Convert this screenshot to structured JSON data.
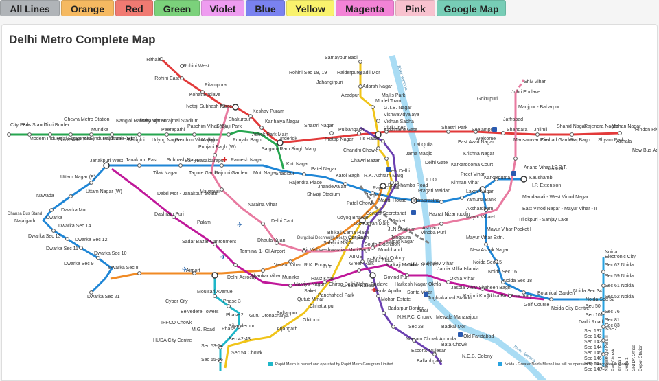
{
  "tabs": [
    {
      "label": "All Lines",
      "color": "#b0b4b8"
    },
    {
      "label": "Orange",
      "color": "#f5b961"
    },
    {
      "label": "Red",
      "color": "#f07a72"
    },
    {
      "label": "Green",
      "color": "#7bd17b"
    },
    {
      "label": "Violet",
      "color": "#ee9cf0"
    },
    {
      "label": "Blue",
      "color": "#7a82f0"
    },
    {
      "label": "Yellow",
      "color": "#f9f26d"
    },
    {
      "label": "Magenta",
      "color": "#f283d6"
    },
    {
      "label": "Pink",
      "color": "#f8c2cf"
    },
    {
      "label": "Google Map",
      "color": "#77cdb6"
    }
  ],
  "panel": {
    "title": "Delhi Metro Complete Map"
  },
  "map": {
    "line_colors": {
      "red": "#e23a3a",
      "yellow": "#f0c419",
      "blue": "#1f86d6",
      "green": "#27a650",
      "violet": "#6a3fb0",
      "orange": "#f08a24",
      "magenta": "#c0189a",
      "pink": "#e87aa0",
      "grey": "#808080",
      "rapid": "#1fb7c9",
      "aqua": "#29a3e0",
      "river": "#a9dcf4"
    },
    "labels": {
      "rithala": "Rithala",
      "rohini_west": "Rohini West",
      "rohini_east": "Rohini East",
      "pitampura": "Pitampura",
      "kohat": "Kohat Enclave",
      "nsp": "Netaji Subhash Place",
      "keshav": "Keshav Puram",
      "kanhaiya": "Kanhaiya Nagar",
      "shakurpur": "Shakurpur",
      "inderlok": "Inderlok",
      "shastri_nagar": "Shastri Nagar",
      "pratap": "Pratap Nagar",
      "pulbangash": "Pulbangash",
      "tis_hazari": "Tis Hazari",
      "kashmere": "Kashmere Gate",
      "shastri_park": "Shastri Park",
      "seelampur": "Seelampur",
      "welcome": "Welcome",
      "shahdara": "Shahdara",
      "jhilmil": "Jhilmil",
      "mansarovar": "Mansarovar Park",
      "dilshad": "Dilshad Garden",
      "shahid": "Shahid Nagar",
      "rajbagh": "Raj Bagh",
      "rajendra": "Rajendra Nagar",
      "shyam": "Shyam Park",
      "mohan": "Mohan Nagar",
      "arthala": "Arthala",
      "hindon": "Hindon River",
      "new_bus_adda": "New Bus Adda",
      "samaypur": "Samaypur Badli",
      "rohini18": "Rohini Sec 18, 19",
      "haiderpur": "Haiderpur-Badli Mor",
      "jahangirpuri": "Jahangirpuri",
      "adarsh": "Adarsh Nagar",
      "azadpur": "Azadpur",
      "majlis": "Majlis Park",
      "model_town": "Model Town",
      "gtb": "G.T.B. Nagar",
      "vishwa": "Vishwavidyalaya",
      "vidhan": "Vidhan Sabha",
      "civil": "Civil Lines",
      "chandni": "Chandni Chowk",
      "chawri": "Chawri Bazar",
      "new_delhi": "New Delhi",
      "rajiv": "Rajiv Chowk",
      "patel_chowk": "Patel Chowk",
      "central_sec": "Central Secretariat",
      "udyog": "Udyog Bhawan",
      "lok_kalyan": "Lok Kalyan Marg",
      "jor_bagh": "Jor Bagh",
      "ina": "INA",
      "aiims": "AIIMS",
      "green_park": "Green Park",
      "hauz_khas": "Hauz Khas",
      "malviya": "Malviya Nagar",
      "saket": "Saket",
      "qutub": "Qutub Minar",
      "chhattarpur": "Chhattarpur",
      "sultanpur": "Sultanpur",
      "ghitorni": "Ghitorni",
      "arjangarh": "Arjangarh",
      "guru_drona": "Guru Dronacharya",
      "sikanderpur": "Sikanderpur",
      "mg_road": "M.G. Road",
      "iffco": "IFFCO Chowk",
      "huda": "HUDA City Centre",
      "dwarka21": "Dwarka Sec 21",
      "dwarka8": "Dwarka Sec 8",
      "dwarka9": "Dwarka Sec 9",
      "dwarka10": "Dwarka Sec 10",
      "dwarka11": "Dwarka Sec 11",
      "dwarka12": "Dwarka Sec 12",
      "dwarka13": "Dwarka Sec 13",
      "dwarka14": "Dwarka Sec 14",
      "dwarka": "Dwarka",
      "dwarka_mor": "Dwarka Mor",
      "nawada": "Nawada",
      "uttam_w": "Uttam Nagar (W)",
      "uttam_e": "Uttam Nagar (E)",
      "janakpuri_w": "Janakpuri West",
      "janakpuri_e": "Janakpuri East",
      "tilak": "Tilak Nagar",
      "subhash": "Subhash Nagar",
      "tagore": "Tagore Garden",
      "rajouri": "Rajouri Garden",
      "ramesh": "Ramesh Nagar",
      "moti": "Moti Nagar",
      "kirti": "Kirti Nagar",
      "shadipur": "Shadipur",
      "patel_nagar": "Patel Nagar",
      "rajendra_place": "Rajendra Place",
      "karol": "Karol Bagh",
      "jhandewalan": "Jhandewalan",
      "rk_ashram": "R.K. Ashram Marg",
      "barakhamba": "Barakhamba Road",
      "mandi": "Mandi House",
      "pragati": "Pragati Maidan",
      "indraprastha": "Indraprastha",
      "yamuna": "Yamuna Bank",
      "akshardham": "Akshardham",
      "mayur1": "Mayur Vihar-I",
      "mayur_ext": "Mayur Vihar Extn.",
      "new_ashok": "New Ashok Nagar",
      "noida15": "Noida Sec 15",
      "noida16": "Noida Sec 16",
      "noida18": "Noida Sec 18",
      "botanical": "Botanical Garden",
      "golf": "Golf Course",
      "noida_cc": "Noida City Centre",
      "noida34": "Noida Sec 34",
      "noida52": "Noida Sec 52",
      "laxmi": "Laxmi Nagar",
      "nirman": "Nirman Vihar",
      "preet": "Preet Vihar",
      "karkardooma": "Karkarduma",
      "anand_vihar": "Anand Vihar I.S.B.T.",
      "kaushambi": "Kaushambi",
      "vaishali": "Vaishali",
      "city_park": "City Park",
      "bus_stand": "Bus Stand",
      "modern": "Modern Industrial Estate (MIE)",
      "tikri_border": "Tikri Border",
      "tikri_kalan": "Tikri Kalan",
      "ghevra": "Ghevra Metro Station",
      "mundka_ind": "Mundka Industrial Area (MIA)",
      "mundka": "Mundka",
      "rajdhani": "Rajdhani Park",
      "nangloi_rly": "Nangloi Railway Station",
      "nangloi": "Nangloi",
      "maharaja": "Maharaja Surajmal Stadium",
      "udyog_nagar": "Udyog Nagar",
      "peeragarhi": "Peeragarhi",
      "paschim_w": "Paschim Vihar (W)",
      "paschim_e": "Paschim Vihar (E)",
      "madipur": "Madipur",
      "shivaji_park": "Shivaji Park",
      "punjabi_bagh": "Punjabi Bagh",
      "punjabi_bagh_w": "Punjabi Bagh (W)",
      "ashok_park": "Ashok Park Main",
      "satguru": "Satguru Ram Singh Marg",
      "esi": "ESI - Basaidarapur",
      "mayapuri": "Mayapuri",
      "naraina": "Naraina Vihar",
      "delhi_cantt": "Delhi Cantt.",
      "dhaula": "Dhaula Kuan",
      "sir_vish": "Sir Vishweshwaraiah Moti Bagh",
      "bhikaji": "Bhikaji Cama Place",
      "sarojini": "Sarojini Nagar",
      "south_ext": "South Extension",
      "lajpat": "Lajpat Nagar",
      "vinoba": "Vinoba Puri",
      "ashram": "Ashram",
      "hazrat": "Hazrat Nizamuddin",
      "dabri": "Dabri Mor - Janakpuri South",
      "dashrath": "Dashrath Puri",
      "palam": "Palam",
      "sadar": "Sadar Bazar Cantonment",
      "terminal1": "Terminal 1-IGI Airport",
      "shankar": "Shankar Vihar",
      "vasant": "Vasant Vihar",
      "munirka": "Munirka",
      "rk_puram": "R.K. Puram",
      "iit": "I.I.T",
      "chirag": "Chirag Delhi",
      "greater_k": "Greater Kailash",
      "nehru_enclave": "Nehru Enclave",
      "panchsheel": "Panchsheel Park",
      "airport": "Airport",
      "delhi_aero": "Delhi Aerocity",
      "kalkaji": "Kalkaji Mandir",
      "okhla_nsic": "Okhla N.S.I.C.",
      "sukhdev": "Sukhdev Vihar",
      "jamia": "Jamia Millia Islamia",
      "okhla_vihar": "Okhla Vihar",
      "jasola_vihar": "Jasola Vihar Shaheen Bagh",
      "kalindi": "Kalindi Kunj",
      "okhla_bird": "Okhla Bird Sanctuary",
      "nehru_place": "Nehru Place",
      "govind": "Govind Puri",
      "harkesh": "Harkesh Nagar Okhla",
      "jasola_apollo": "Jasola Apollo",
      "sarita": "Sarita Vihar",
      "mohan_estate": "Mohan Estate",
      "tughlakabad": "Tughlakabad Station",
      "badarpur": "Badarpur Border",
      "sarai": "Sarai",
      "nhpc": "N.H.P.C. Chowk",
      "mewala": "Mewala Maharajpur",
      "sec28": "Sec 28",
      "badkal": "Badkal Mor",
      "old_fbd": "Old Faridabad",
      "neelam": "Neelam Chowk Ajronda",
      "bata": "Bata Chowk",
      "escorts": "Escorts Mujesar",
      "ncb": "N.C.B. Colony",
      "ballabhgarh": "Ballabhgarh",
      "shiv_vihar": "Shiv Vihar",
      "johri": "Johri Enclave",
      "gokulpuri": "Gokulpuri",
      "maujpur": "Maujpur - Babarpur",
      "jaffrabad": "Jaffrabad",
      "east_azad": "East Azad Nagar",
      "krishna": "Krishna Nagar",
      "karkardooma_ct": "Karkardooma Court",
      "mayur_pkt1": "Mayur Vihar Pocket I",
      "trilokpuri": "Trilokpuri - Sanjay Lake",
      "ip_ext": "I.P. Extension",
      "mandawali": "Mandawali - West Vinod Nagar",
      "east_vinod": "East Vinod Nagar - Mayur Vihar - II",
      "lal_qila": "Lal Quila",
      "jama": "Jama Masjid",
      "delhi_gate": "Delhi Gate",
      "ito": "I.T.O.",
      "janpath": "Janpath",
      "khan": "Khan Market",
      "jln": "JLN Stadium",
      "jangpura": "Jangpura",
      "moolchand": "Moolchand",
      "kailash": "Kailash Colony",
      "shivaji_stadium": "Shivaji Stadium",
      "dhaula_line": "Durgabai Deshmukh South Campus",
      "moulsari": "Moulsari Avenue",
      "cyber_city": "Cyber City",
      "phase3": "Phase 3",
      "phase2": "Phase 2",
      "belvedere": "Belvedere Towers",
      "phase1": "Phase 1",
      "sec4243": "Sec 42-43",
      "sec5354": "Sec 53-54",
      "sec54chowk": "Sec 54 Chowk",
      "sec5556": "Sec 55-56",
      "aqua_title1": "Noida",
      "aqua_title2": "Electronic City",
      "noida62": "Sec 62 Noida",
      "noida59": "Sec 59 Noida",
      "noida61": "Sec 61 Noida",
      "noida52b": "Sec 52 Noida",
      "noida50": "Sec 50",
      "noida76": "Sec 76",
      "noida101": "Sec 101",
      "noida81": "Sec 81",
      "nsez": "NSEZ",
      "noida83": "Sec 83",
      "noida137": "Sec 137",
      "noida142": "Sec 142",
      "noida143": "Sec 143",
      "noida144": "Sec 144",
      "noida145": "Sec 145",
      "noida146": "Sec 146",
      "noida147": "Sec 147",
      "noida148": "Sec 148",
      "dadri": "Dadri Road",
      "kp2": "Knowledge Park II",
      "pari": "Pari Chowk",
      "alpha1": "Alpha 1",
      "delta1": "Delta 1",
      "gnida": "GNIDA Office",
      "depot": "Depot Station",
      "yamuna_river": "River Yamuna",
      "hindon_river": "River Yamuna",
      "note_rapid": "Rapid Metro is owned and operated by Rapid Metro Gurugram Limited.",
      "note_noida": "Noida - Greater Noida Metro Line will be operated by Designated Authority.",
      "dhansa": "Dhansa Bus Stand",
      "najafgarh": "Najafgarh",
      "hauz_khas2": "Hauz Khas"
    }
  }
}
